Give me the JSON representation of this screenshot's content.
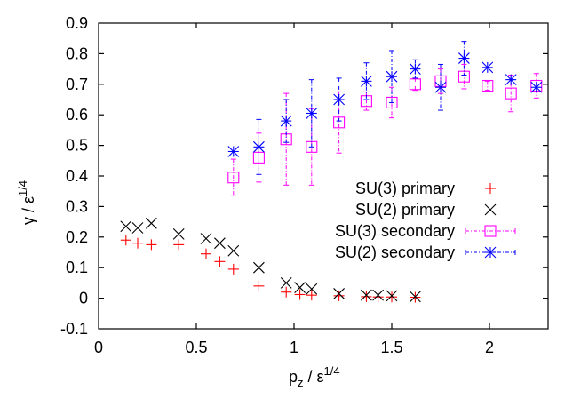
{
  "chart_data": {
    "type": "scatter",
    "title": "",
    "xlabel": "p_z / ε^{1/4}",
    "ylabel": "γ / ε^{1/4}",
    "xlabel_parts": {
      "base": "p",
      "sub": "z",
      "mid": " / ε",
      "sup": "1/4"
    },
    "ylabel_parts": {
      "base": "γ / ε",
      "sup": "1/4"
    },
    "xlim": [
      0,
      2.3
    ],
    "ylim": [
      -0.1,
      0.9
    ],
    "xticks": [
      0,
      0.5,
      1,
      1.5,
      2
    ],
    "xtick_labels": [
      "0",
      "0.5",
      "1",
      "1.5",
      "2"
    ],
    "yticks": [
      -0.1,
      0,
      0.1,
      0.2,
      0.3,
      0.4,
      0.5,
      0.6,
      0.7,
      0.8,
      0.9
    ],
    "ytick_labels": [
      "-0.1",
      "0",
      "0.1",
      "0.2",
      "0.3",
      "0.4",
      "0.5",
      "0.6",
      "0.7",
      "0.8",
      "0.9"
    ],
    "grid": false,
    "legend_position": "center-right",
    "series": [
      {
        "name": "SU(3) primary",
        "marker": "plus",
        "color": "#ff0000",
        "x": [
          0.14,
          0.2,
          0.27,
          0.41,
          0.55,
          0.62,
          0.69,
          0.82,
          0.96,
          1.03,
          1.09,
          1.23,
          1.37,
          1.43,
          1.5,
          1.62
        ],
        "y": [
          0.19,
          0.18,
          0.175,
          0.175,
          0.145,
          0.12,
          0.095,
          0.04,
          0.02,
          0.012,
          0.01,
          0.008,
          0.005,
          0.004,
          0.004,
          0.003
        ]
      },
      {
        "name": "SU(2) primary",
        "marker": "cross",
        "color": "#000000",
        "x": [
          0.14,
          0.2,
          0.27,
          0.41,
          0.55,
          0.62,
          0.69,
          0.82,
          0.96,
          1.03,
          1.09,
          1.23,
          1.37,
          1.43,
          1.5,
          1.62
        ],
        "y": [
          0.235,
          0.23,
          0.245,
          0.21,
          0.195,
          0.18,
          0.155,
          0.1,
          0.05,
          0.035,
          0.03,
          0.015,
          0.01,
          0.01,
          0.008,
          0.005
        ]
      },
      {
        "name": "SU(3) secondary",
        "marker": "square",
        "color": "#ff00ff",
        "x": [
          0.69,
          0.82,
          0.96,
          1.09,
          1.23,
          1.37,
          1.5,
          1.62,
          1.75,
          1.87,
          1.99,
          2.11,
          2.24
        ],
        "y": [
          0.395,
          0.46,
          0.52,
          0.495,
          0.575,
          0.645,
          0.64,
          0.7,
          0.71,
          0.725,
          0.695,
          0.67,
          0.695
        ],
        "err": [
          0.06,
          0.08,
          0.15,
          0.125,
          0.1,
          0.03,
          0.05,
          0.02,
          0.04,
          0.04,
          0.015,
          0.06,
          0.04
        ]
      },
      {
        "name": "SU(2) secondary",
        "marker": "star",
        "color": "#0000ff",
        "x": [
          0.69,
          0.82,
          0.96,
          1.09,
          1.23,
          1.37,
          1.5,
          1.62,
          1.75,
          1.87,
          1.99,
          2.11,
          2.24
        ],
        "y": [
          0.48,
          0.495,
          0.58,
          0.605,
          0.65,
          0.71,
          0.725,
          0.75,
          0.69,
          0.785,
          0.755,
          0.715,
          0.69
        ],
        "err": [
          0.0,
          0.09,
          0.07,
          0.11,
          0.07,
          0.06,
          0.085,
          0.03,
          0.075,
          0.055,
          0.0,
          0.0,
          0.0
        ]
      }
    ]
  }
}
